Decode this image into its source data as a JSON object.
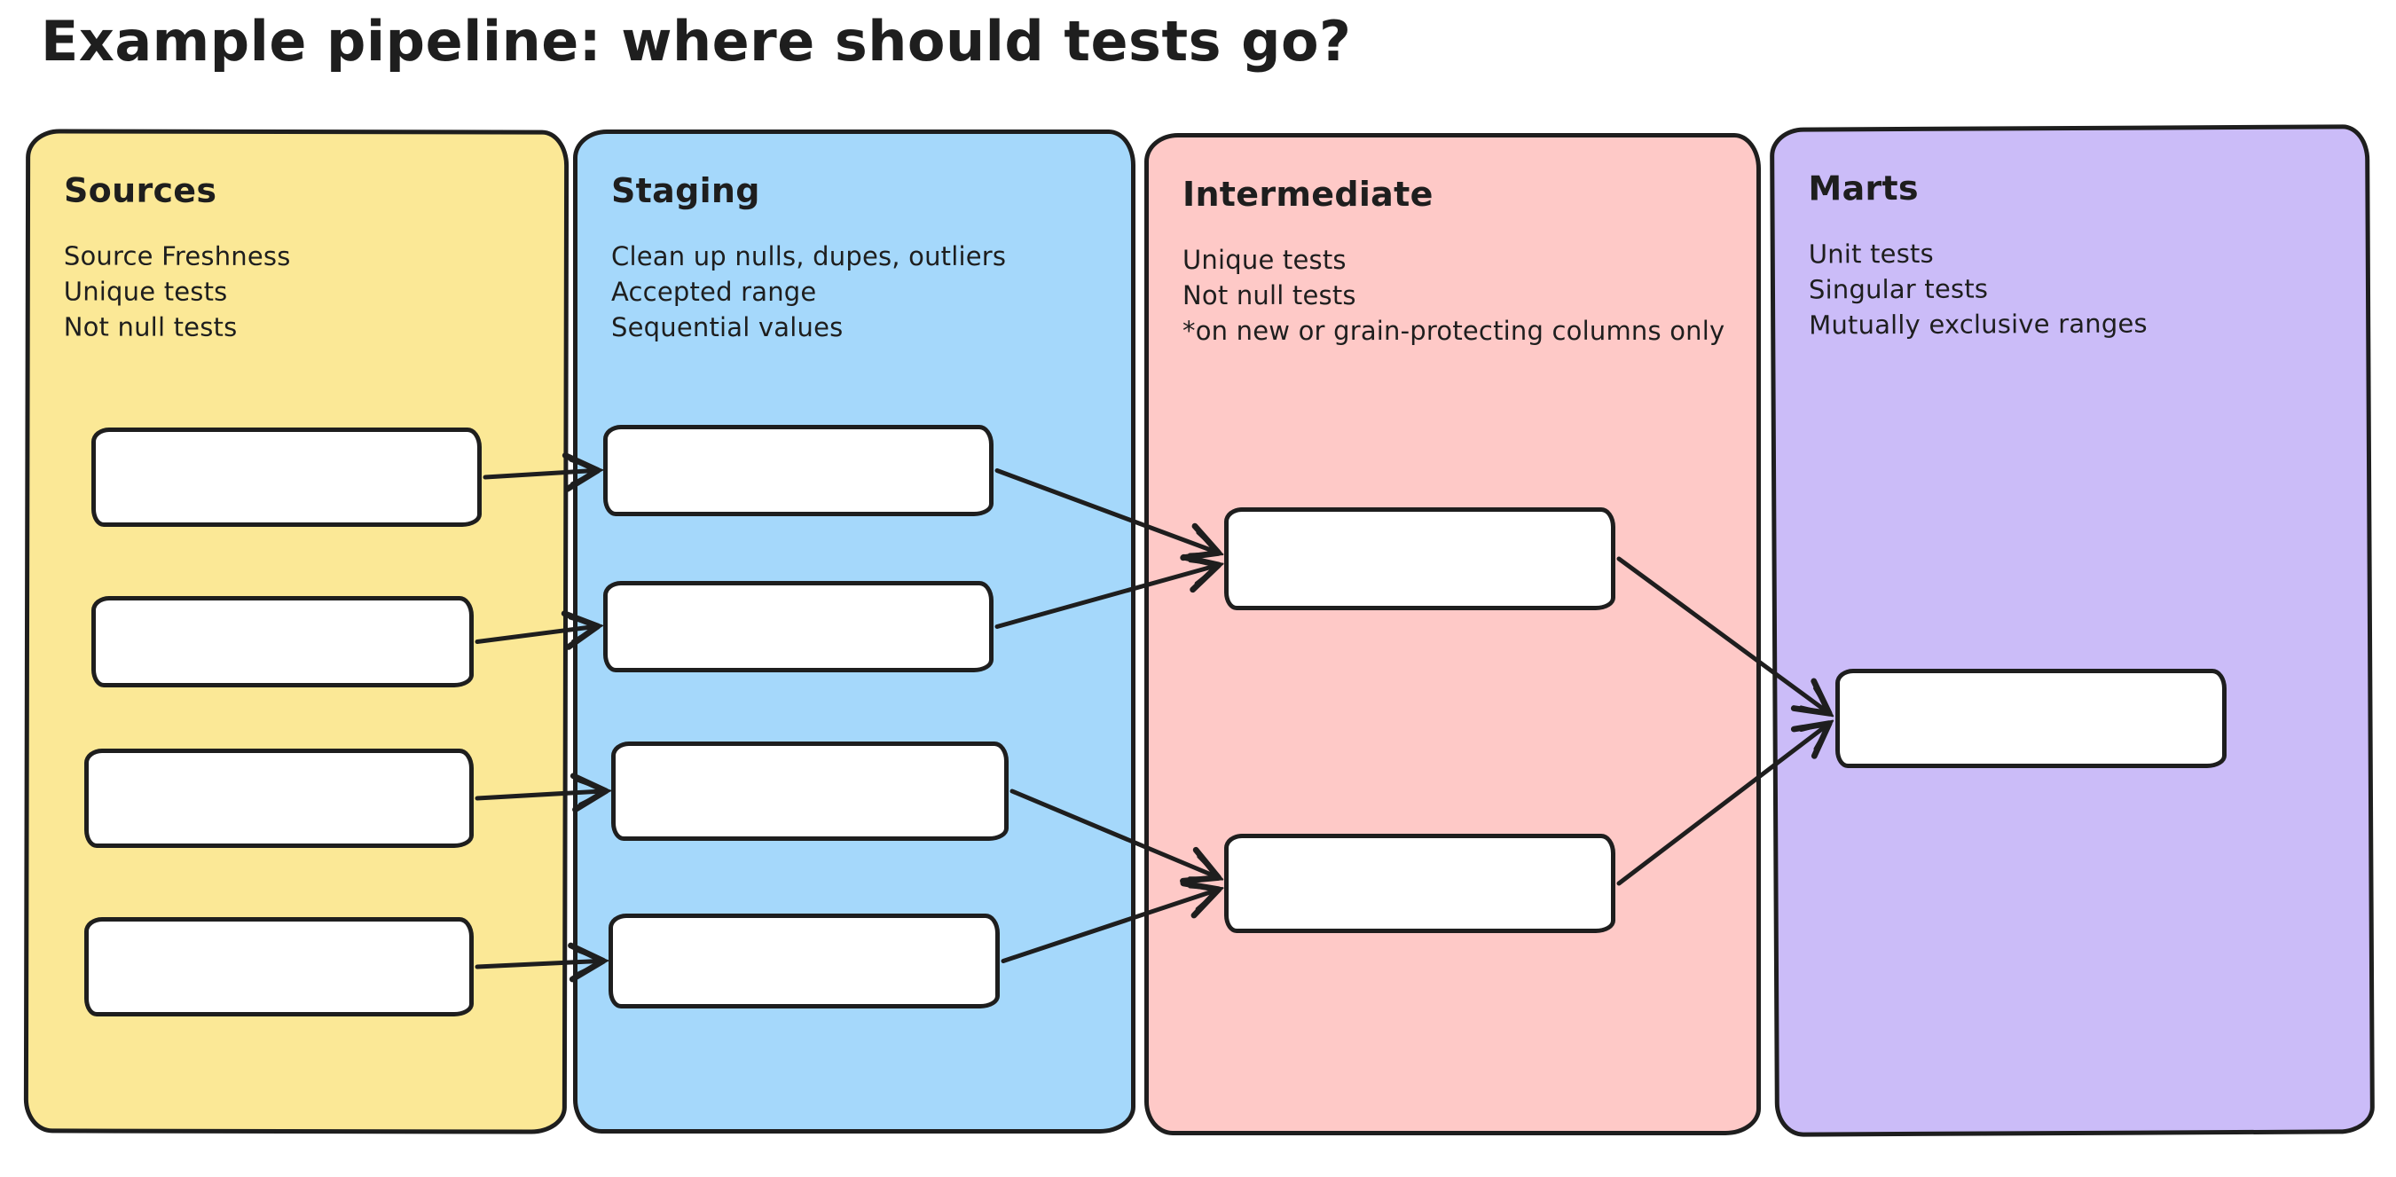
{
  "title": "Example pipeline: where should tests go?",
  "stroke": "#1e1e1e",
  "background": "#ffffff",
  "columns": [
    {
      "id": "sources",
      "label": "Sources",
      "color": "#fbe896",
      "notes": [
        "Source Freshness",
        "Unique tests",
        "Not null tests"
      ],
      "nodes": [
        "src-1",
        "src-2",
        "src-3",
        "src-4"
      ]
    },
    {
      "id": "staging",
      "label": "Staging",
      "color": "#a5d8fb",
      "notes": [
        "Clean up nulls, dupes, outliers",
        "Accepted range",
        "Sequential values"
      ],
      "nodes": [
        "stg-1",
        "stg-2",
        "stg-3",
        "stg-4"
      ]
    },
    {
      "id": "intermediate",
      "label": "Intermediate",
      "color": "#fec9c7",
      "notes": [
        "Unique tests",
        "Not null tests",
        "*on new or grain-protecting columns only"
      ],
      "nodes": [
        "int-1",
        "int-2"
      ]
    },
    {
      "id": "marts",
      "label": "Marts",
      "color": "#cbbcf8",
      "notes": [
        "Unit tests",
        "Singular tests",
        "Mutually exclusive ranges"
      ],
      "nodes": [
        "mart-1"
      ]
    }
  ],
  "edges": [
    {
      "from": "src-1",
      "to": "stg-1"
    },
    {
      "from": "src-2",
      "to": "stg-2"
    },
    {
      "from": "src-3",
      "to": "stg-3"
    },
    {
      "from": "src-4",
      "to": "stg-4"
    },
    {
      "from": "stg-1",
      "to": "int-1"
    },
    {
      "from": "stg-2",
      "to": "int-1"
    },
    {
      "from": "stg-3",
      "to": "int-2"
    },
    {
      "from": "stg-4",
      "to": "int-2"
    },
    {
      "from": "int-1",
      "to": "mart-1"
    },
    {
      "from": "int-2",
      "to": "mart-1"
    }
  ]
}
